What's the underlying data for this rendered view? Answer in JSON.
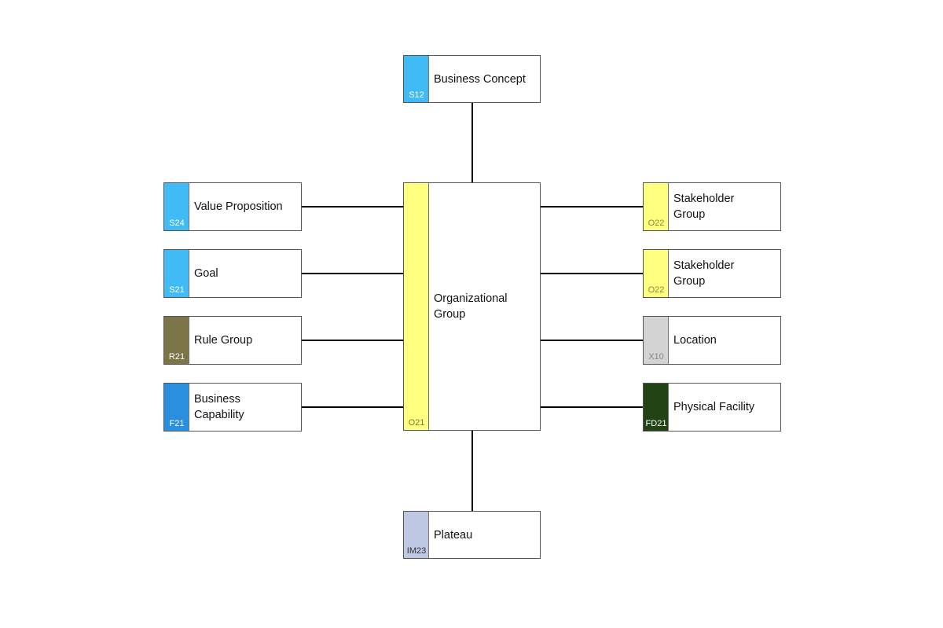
{
  "diagram": {
    "center": {
      "label": "Organizational Group",
      "code": "O21",
      "color": "#FFFF80",
      "code_color": "#7a7a3a"
    },
    "top": {
      "label": "Business Concept",
      "code": "S12",
      "color": "#40BBF5",
      "code_color": "#ffffff"
    },
    "bottom": {
      "label": "Plateau",
      "code": "IM23",
      "color": "#BFC8E3",
      "code_color": "#333333"
    },
    "left": [
      {
        "label": "Value Proposition",
        "code": "S24",
        "color": "#40BBF5",
        "code_color": "#ffffff"
      },
      {
        "label": "Goal",
        "code": "S21",
        "color": "#40BBF5",
        "code_color": "#ffffff"
      },
      {
        "label": "Rule Group",
        "code": "R21",
        "color": "#7B7548",
        "code_color": "#ffffff"
      },
      {
        "label": "Business Capability",
        "code": "F21",
        "color": "#2B8FE0",
        "code_color": "#ffffff"
      }
    ],
    "right": [
      {
        "label": "Stakeholder Group",
        "code": "O22",
        "color": "#FFFF80",
        "code_color": "#8a8a3a"
      },
      {
        "label": "Stakeholder Group",
        "code": "O22",
        "color": "#FFFF80",
        "code_color": "#8a8a3a"
      },
      {
        "label": "Location",
        "code": "X10",
        "color": "#D3D3D3",
        "code_color": "#888888"
      },
      {
        "label": "Physical Facility",
        "code": "FD21",
        "color": "#224414",
        "code_color": "#ffffff"
      }
    ]
  }
}
